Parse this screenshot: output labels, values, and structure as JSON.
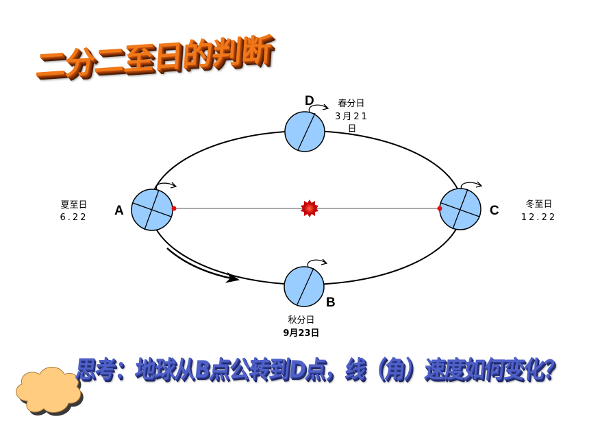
{
  "title": "二分二至日的判断",
  "question": "思考：地球从B点公转到D点，线（角）速度如何变化？",
  "points": {
    "A": {
      "letter": "A",
      "name": "夏至日",
      "date": "6.22"
    },
    "B": {
      "letter": "B",
      "name": "秋分日",
      "date": "9月23日"
    },
    "C": {
      "letter": "C",
      "name": "冬至日",
      "date": "12.22"
    },
    "D": {
      "letter": "D",
      "name": "春分日",
      "date_line1": "3月21",
      "date_line2": "日"
    }
  },
  "colors": {
    "earth_fill": "#99ccff",
    "sun_fill": "#dd1111",
    "title_orange": "#f07818",
    "question_blue": "#4f60c8",
    "cloud_fill": "#ffcc80"
  },
  "icons": [
    "sun-icon",
    "earth-icon",
    "rotation-arrow-icon",
    "cloud-icon"
  ]
}
